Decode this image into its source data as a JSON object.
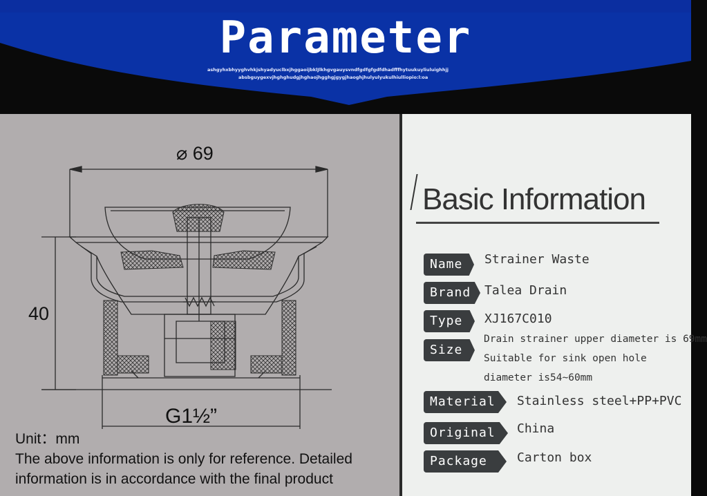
{
  "header": {
    "title": "Parameter",
    "subtext_line1": "ashgyhxbhyyghvhkjshyadyuclbxjhggaoijbklJlkhgvgauysvndfgdfgfgdfdhadfffhytuukuyliuluighhjj",
    "subtext_line2": "absbguygexvjhghghudgjhghaojhgghgjgygjhaoghjhulyulyukulhiulliopio:l:oa",
    "colors": {
      "banner": "#0a32a6",
      "background": "#0a0a0a"
    }
  },
  "drawing": {
    "diameter_label": "⌀ 69",
    "height_label": "40",
    "thread_label": "G1½”",
    "notes": {
      "unit": "Unit：mm",
      "line1": "The above information is only for reference. Detailed",
      "line2": "information is in accordance with the final product"
    }
  },
  "info": {
    "title": "Basic Information",
    "rows": [
      {
        "label": "Name",
        "value": "Strainer Waste"
      },
      {
        "label": "Brand",
        "value": "Talea Drain"
      },
      {
        "label": "Type",
        "value": "XJ167C010"
      },
      {
        "label": "Size",
        "value_lines": [
          "Drain strainer upper diameter is 69mm",
          "Suitable for sink open hole",
          "diameter is54~60mm"
        ]
      },
      {
        "label": "Material",
        "value": "Stainless steel+PP+PVC"
      },
      {
        "label": "Original",
        "value": "China"
      },
      {
        "label": "Package",
        "value": "Carton box"
      }
    ]
  }
}
